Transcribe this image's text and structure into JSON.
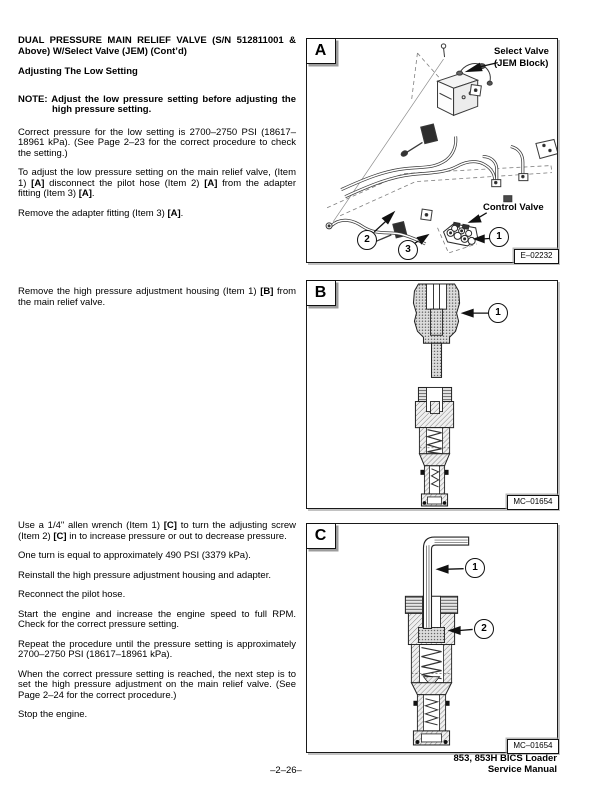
{
  "colors": {
    "ink": "#000000",
    "paper": "#ffffff"
  },
  "content": {
    "heading": "DUAL PRESSURE MAIN RELIEF VALVE (S/N 512811001 & Above) W/Select Valve (JEM) (Cont’d)",
    "subheading": "Adjusting The Low Setting",
    "note_label": "NOTE:",
    "note_text": "Adjust the low pressure setting before adjusting the high pressure setting.",
    "paragraphs_top": [
      [
        {
          "t": "Correct pressure for the low setting is 2700–2750 PSI (18617–18961 kPa). (See Page 2–23 for the correct procedure to check the setting.)"
        }
      ],
      [
        {
          "t": "To adjust the low pressure setting on the main relief valve, (Item 1) "
        },
        {
          "t": "[A]",
          "b": true
        },
        {
          "t": " disconnect the pilot hose (Item 2) "
        },
        {
          "t": "[A]",
          "b": true
        },
        {
          "t": " from the adapter fitting (Item 3) "
        },
        {
          "t": "[A]",
          "b": true
        },
        {
          "t": "."
        }
      ],
      [
        {
          "t": "Remove the adapter fitting (Item 3) "
        },
        {
          "t": "[A]",
          "b": true
        },
        {
          "t": "."
        }
      ]
    ],
    "paragraphs_mid": [
      [
        {
          "t": "Remove the high pressure adjustment housing (Item 1) "
        },
        {
          "t": "[B]",
          "b": true
        },
        {
          "t": " from the main relief valve."
        }
      ]
    ],
    "paragraphs_bottom": [
      [
        {
          "t": "Use a 1/4\" allen wrench (Item 1) "
        },
        {
          "t": "[C]",
          "b": true
        },
        {
          "t": " to turn the adjusting screw (Item 2) "
        },
        {
          "t": "[C]",
          "b": true
        },
        {
          "t": " in to increase pressure or out to decrease pressure."
        }
      ],
      [
        {
          "t": "One turn is equal to approximately 490 PSI (3379 kPa)."
        }
      ],
      [
        {
          "t": "Reinstall the high pressure adjustment housing and adapter."
        }
      ],
      [
        {
          "t": "Reconnect the pilot hose."
        }
      ],
      [
        {
          "t": "Start the engine and increase the engine speed to full RPM. Check for the correct pressure setting."
        }
      ],
      [
        {
          "t": "Repeat the procedure until the pressure setting is approximately 2700–2750 PSI (18617–18961 kPa)."
        }
      ],
      [
        {
          "t": "When the correct pressure setting is reached, the next step is to set the high pressure adjustment on the main relief valve. (See Page 2–24 for the correct procedure.)"
        }
      ],
      [
        {
          "t": "Stop the engine."
        }
      ]
    ]
  },
  "figures": {
    "a": {
      "label": "A",
      "code": "E–02232",
      "select_valve_line1": "Select Valve",
      "select_valve_line2": "(JEM Block)",
      "control_valve_label": "Control Valve",
      "callout_1": "1",
      "callout_2": "2",
      "callout_3": "3"
    },
    "b": {
      "label": "B",
      "code": "MC–01654",
      "callout_1": "1"
    },
    "c": {
      "label": "C",
      "code": "MC–01654",
      "callout_1": "1",
      "callout_2": "2"
    }
  },
  "footer": {
    "page_number": "–2–26–",
    "manual_line1": "853, 853H BICS Loader",
    "manual_line2": "Service Manual"
  }
}
